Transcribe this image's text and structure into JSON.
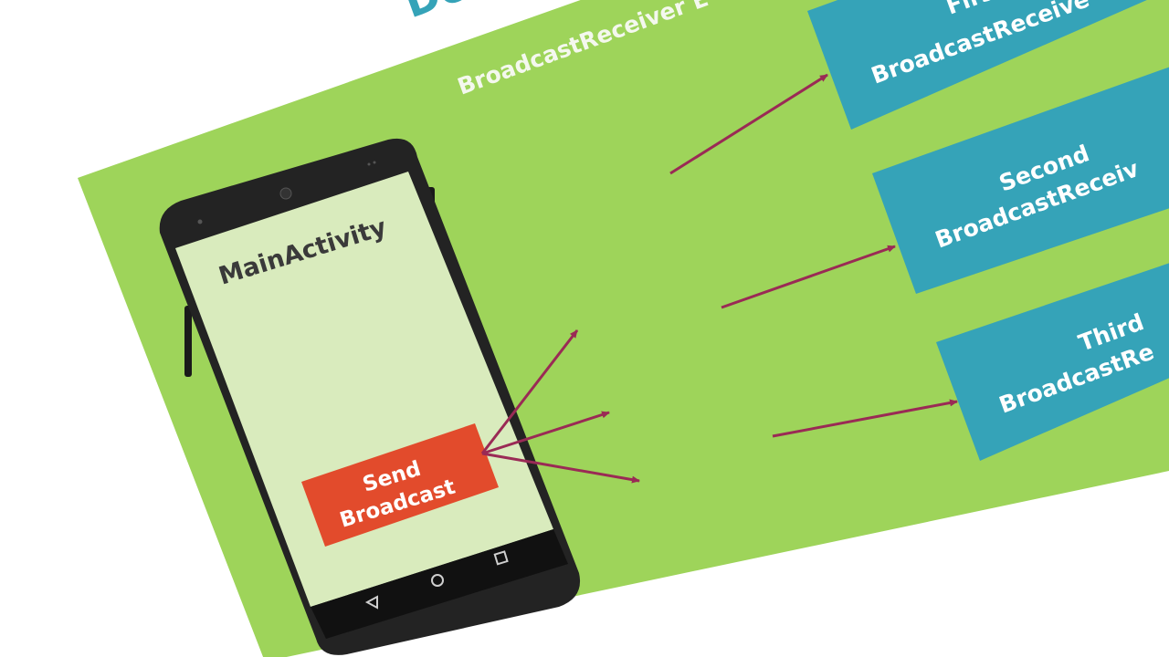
{
  "slide": {
    "title_fragment": "De",
    "subtitle": "BroadcastReceiver E",
    "colors": {
      "panel": "#9ed45a",
      "receiver_box": "#35a3b8",
      "button": "#e24b2c",
      "arrow": "#9a2a55",
      "screen": "#d9ebbd",
      "phone_body": "#232323",
      "title": "#35a3b8"
    }
  },
  "phone": {
    "activity_label": "MainActivity",
    "button_line1": "Send",
    "button_line2": "Broadcast",
    "nav_icons": [
      "back-triangle-icon",
      "home-circle-icon",
      "recents-square-icon"
    ]
  },
  "receivers": [
    {
      "line1": "Firs",
      "line2": "BroadcastReceive"
    },
    {
      "line1": "Second",
      "line2": "BroadcastReceiv"
    },
    {
      "line1": "Third",
      "line2": "BroadcastRe"
    }
  ]
}
